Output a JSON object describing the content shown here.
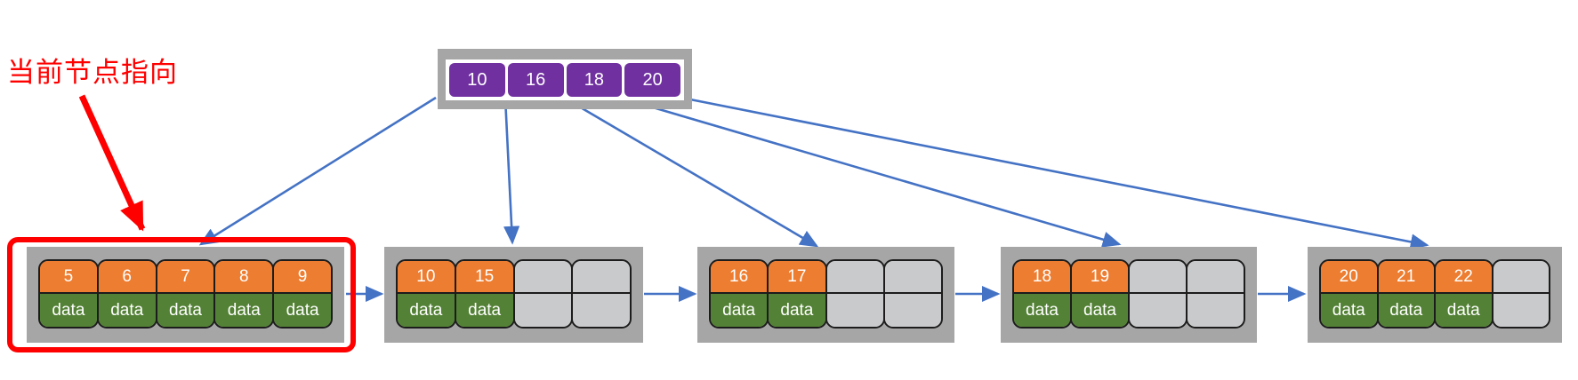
{
  "annotation": {
    "text": "当前节点指向"
  },
  "root": {
    "keys": [
      "10",
      "16",
      "18",
      "20"
    ]
  },
  "data_label": "data",
  "leaves": [
    {
      "keys": [
        "5",
        "6",
        "7",
        "8",
        "9"
      ],
      "slots": 5,
      "highlighted": true
    },
    {
      "keys": [
        "10",
        "15"
      ],
      "slots": 4,
      "highlighted": false
    },
    {
      "keys": [
        "16",
        "17"
      ],
      "slots": 4,
      "highlighted": false
    },
    {
      "keys": [
        "18",
        "19"
      ],
      "slots": 4,
      "highlighted": false
    },
    {
      "keys": [
        "20",
        "21",
        "22"
      ],
      "slots": 4,
      "highlighted": false
    }
  ],
  "colors": {
    "root_cell": "#7030A0",
    "key_cell": "#ED7D31",
    "data_cell": "#538135",
    "empty_cell": "#C9CACB",
    "container": "#A6A6A6",
    "arrow": "#4472C4",
    "highlight": "#FF0000"
  }
}
